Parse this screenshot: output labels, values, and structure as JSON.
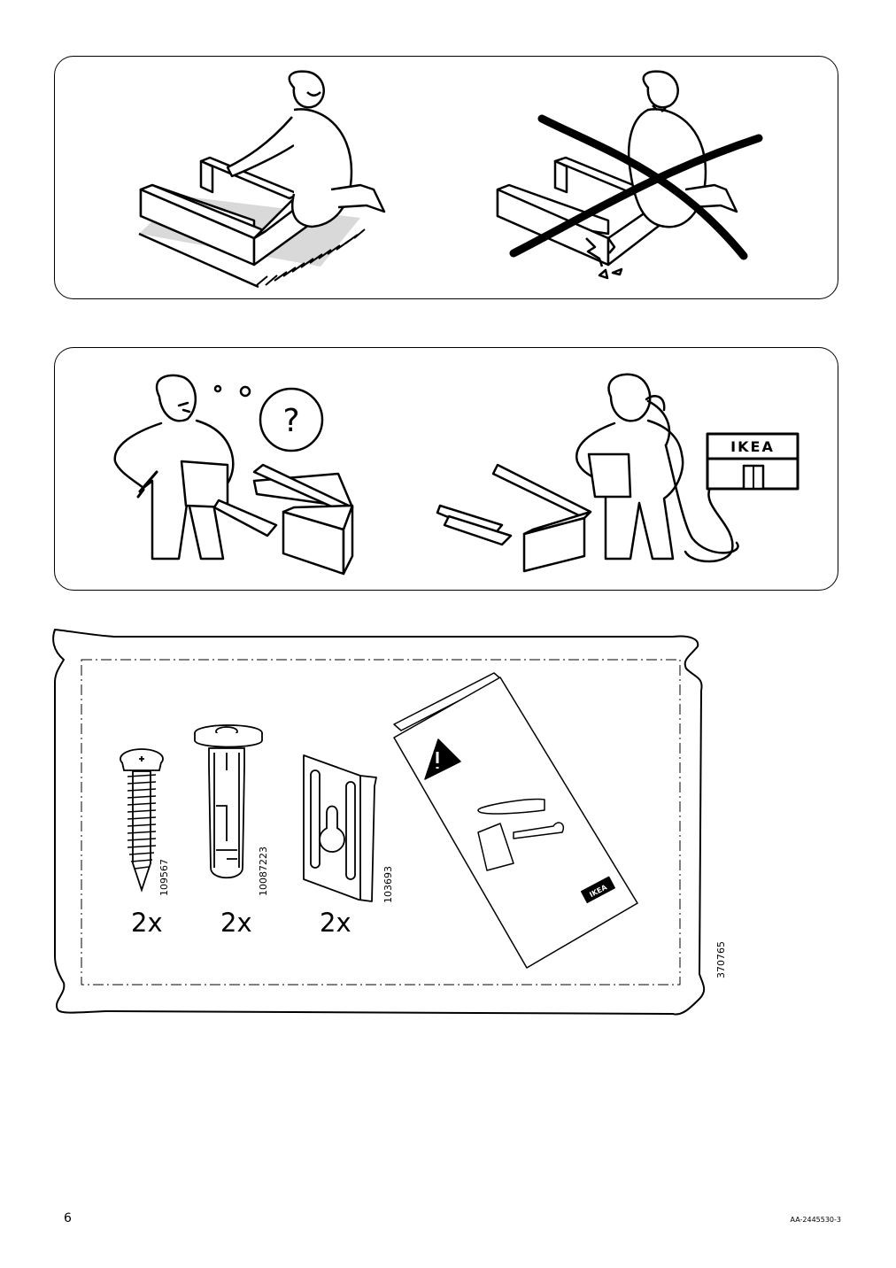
{
  "panel_2": {
    "store_sign": "IKEA",
    "question_mark": "?"
  },
  "hardware": {
    "items": [
      {
        "code": "109567",
        "qty": "2x"
      },
      {
        "code": "10087223",
        "qty": "2x"
      },
      {
        "code": "103693",
        "qty": "2x"
      }
    ],
    "bag_code": "370765",
    "leaflet_logo": "IKEA"
  },
  "footer": {
    "page_number": "6",
    "doc_id": "AA-2445530-3"
  }
}
